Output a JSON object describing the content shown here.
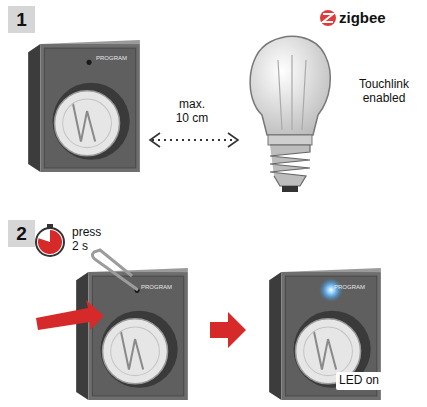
{
  "diagram": {
    "nodes": [
      {
        "text": [
          "1"
        ]
      },
      {
        "text": [
          "2"
        ]
      }
    ],
    "labels": [
      "max. 10 cm",
      "zigbee",
      "Touchlink enabled",
      "press 2 s",
      "LED on",
      "PROGRAM",
      "PROGRAM",
      "PROGRAM"
    ]
  }
}
